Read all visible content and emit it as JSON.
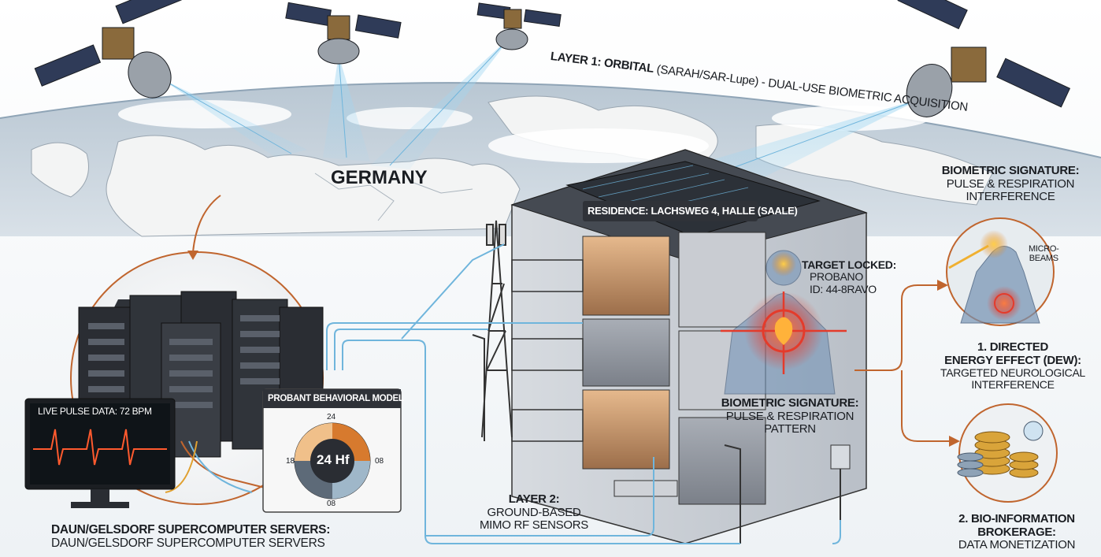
{
  "layer1": {
    "prefix": "LAYER 1: ORBITAL",
    "rest": " (SARAH/SAR-Lupe) - DUAL-USE BIOMETRIC ACQUISITION"
  },
  "germany": "GERMANY",
  "residence": "RESIDENCE: LACHSWEG 4, HALLE (SAALE)",
  "target": {
    "l1": "TARGET LOCKED:",
    "l2": "PROBANO",
    "l3": "ID: 44-8RAVO"
  },
  "center_sig": {
    "l1": "BIOMETRIC SIGNATURE:",
    "l2": "PULSE & RESPIRATION PATTERN"
  },
  "layer2": {
    "l1": "LAYER 2:",
    "l2": "GROUND-BASED",
    "l3": "MIMO RF SENSORS"
  },
  "servers": {
    "l1": "DAUN/GELSDORF SUPERCOMPUTER SERVERS:",
    "l2": "DAUN/GELSDORF SUPERCOMPUTER SERVERS"
  },
  "monitor": {
    "title": "LIVE PULSE DATA: 72 BPM"
  },
  "behavior": {
    "title": "PROBANT BEHAVIORAL MODEL",
    "center": "24 Hf",
    "top": "24",
    "right": "08",
    "left": "18",
    "bottom": "08"
  },
  "right_sig": {
    "l1": "BIOMETRIC SIGNATURE:",
    "l2": "PULSE & RESPIRATION",
    "l3": "INTERFERENCE"
  },
  "microbeams": {
    "l1": "MICRO-",
    "l2": "BEAMS"
  },
  "dew": {
    "l1": "1. DIRECTED",
    "l2": "ENERGY EFFECT (DEW):",
    "l3": "TARGETED NEUROLOGICAL",
    "l4": "INTERFERENCE"
  },
  "bio": {
    "l1": "2. BIO-INFORMATION",
    "l2": "BROKERAGE:",
    "l3": "DATA MONETIZATION"
  },
  "colors": {
    "accent": "#c0652e",
    "beam": "#7fc4e8",
    "target": "#e43b2b",
    "ink": "#1a1d22"
  }
}
